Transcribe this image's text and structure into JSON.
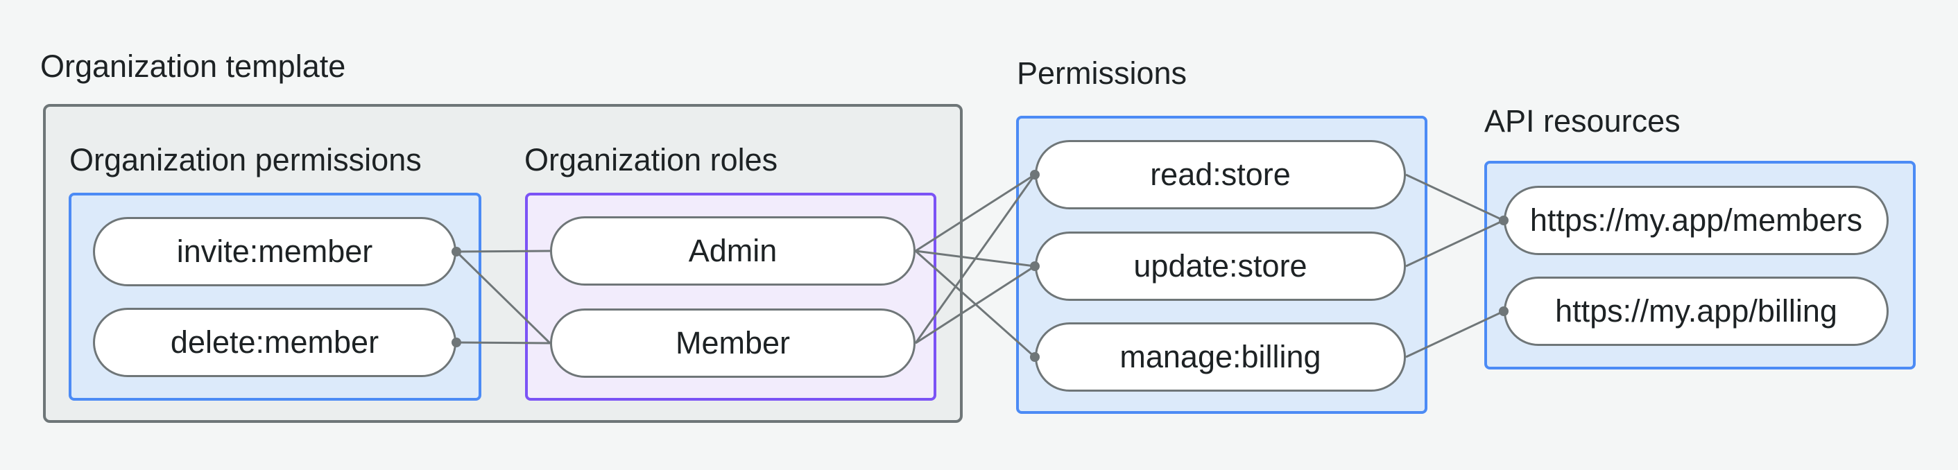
{
  "groups": {
    "org_template": {
      "title": "Organization template"
    },
    "org_permissions": {
      "title": "Organization permissions",
      "items": [
        {
          "label": "invite:member"
        },
        {
          "label": "delete:member"
        }
      ]
    },
    "org_roles": {
      "title": "Organization roles",
      "items": [
        {
          "label": "Admin"
        },
        {
          "label": "Member"
        }
      ]
    },
    "permissions": {
      "title": "Permissions",
      "items": [
        {
          "label": "read:store"
        },
        {
          "label": "update:store"
        },
        {
          "label": "manage:billing"
        }
      ]
    },
    "api_resources": {
      "title": "API resources",
      "items": [
        {
          "label": "https://my.app/members"
        },
        {
          "label": "https://my.app/billing"
        }
      ]
    }
  },
  "edges": [
    {
      "from": "invite:member",
      "to": "Admin"
    },
    {
      "from": "invite:member",
      "to": "Member"
    },
    {
      "from": "delete:member",
      "to": "Member"
    },
    {
      "from": "Admin",
      "to": "read:store"
    },
    {
      "from": "Admin",
      "to": "update:store"
    },
    {
      "from": "Admin",
      "to": "manage:billing"
    },
    {
      "from": "Member",
      "to": "read:store"
    },
    {
      "from": "Member",
      "to": "update:store"
    },
    {
      "from": "read:store",
      "to": "https://my.app/members"
    },
    {
      "from": "update:store",
      "to": "https://my.app/members"
    },
    {
      "from": "manage:billing",
      "to": "https://my.app/billing"
    }
  ],
  "colors": {
    "background": "#f4f6f6",
    "template_box_fill": "#ebeeee",
    "template_box_border": "#6e7678",
    "blue_box_fill": "#dceafa",
    "blue_box_border": "#4c8bf5",
    "purple_box_fill": "#f2ecfc",
    "purple_box_border": "#7b53f5",
    "pill_fill": "#ffffff",
    "pill_border": "#6f7678",
    "edge_line": "#6f7678",
    "text": "#1d2224"
  }
}
